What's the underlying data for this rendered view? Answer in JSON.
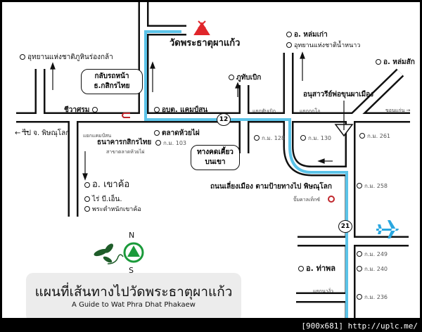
{
  "map": {
    "title_th": "แผนที่เส้นทางไปวัดพระธาตุผาแก้ว",
    "title_en": "A Guide to Wat Phra Dhat Phakaew",
    "temple": "วัดพระธาตุผาแก้ว",
    "route_12": "12",
    "route_21": "21",
    "compass_n": "N",
    "compass_s": "S",
    "route_color": "#5bc3e8",
    "compass_color": "#1a9a3a",
    "labels": {
      "park_hin_rong_kla": "อุทยานแห่งชาติภูหินร่องกล้า",
      "chiwasrom": "ชีวาศรม",
      "to_phitsanulok": "← ไป จ. พิษณุโลก",
      "junction_camp_son": "แยกแคมป์สน",
      "kasikorn": "ธนาคารกสิกรไทย",
      "kasikorn_branch": "สาขาตลาดห้วยไผ่",
      "talad_huai_phai": "ตลาดห้วยไผ่",
      "km103": "ก.ม. 103",
      "obt_camp_son": "อบต. แคมป์สน",
      "phu_thap_boek": "ภูทับเบิก",
      "junction_phu_thap_boek": "แยกทับเบิก",
      "km128": "ก.ม. 128",
      "lom_kao": "อ. หล่มเก่า",
      "park_nam_nao": "อุทยานแห่งชาติน้ำหนาว",
      "junction_kok_o": "แยกกกโอ",
      "km130": "ก.ม. 130",
      "monument": "อนุสาวรีย์พ่อขุนผาเมือง",
      "lom_sak": "อ. หล่มสัก",
      "to_khon_kaen": "ขอนแก่น →",
      "km261": "ก.ม. 261",
      "bypass": "ถนนเลี่ยงเมือง ตามป้ายทางไป พิษณุโลก",
      "ptt_station": "ปั๊มคาลเท็กซ์",
      "km258": "ก.ม. 258",
      "khao_kho": "อ. เขาค้อ",
      "rai_bn": "ไร่ บี.เอ็น.",
      "phra_tamnak": "พระตำหนักเขาค้อ",
      "km249": "ก.ม. 249",
      "km240": "ก.ม. 240",
      "tha_phon": "อ. ท่าพล",
      "junction_na_ngua": "แยกนางั่ว",
      "km236": "ก.ม. 236"
    },
    "bubbles": {
      "u_turn": "กลับรถหน้า ธ.กสิกรไทย",
      "winding": "ทางคดเคี้ยว บนเขา"
    }
  },
  "footer": "[900x681] http://uplc.me/"
}
